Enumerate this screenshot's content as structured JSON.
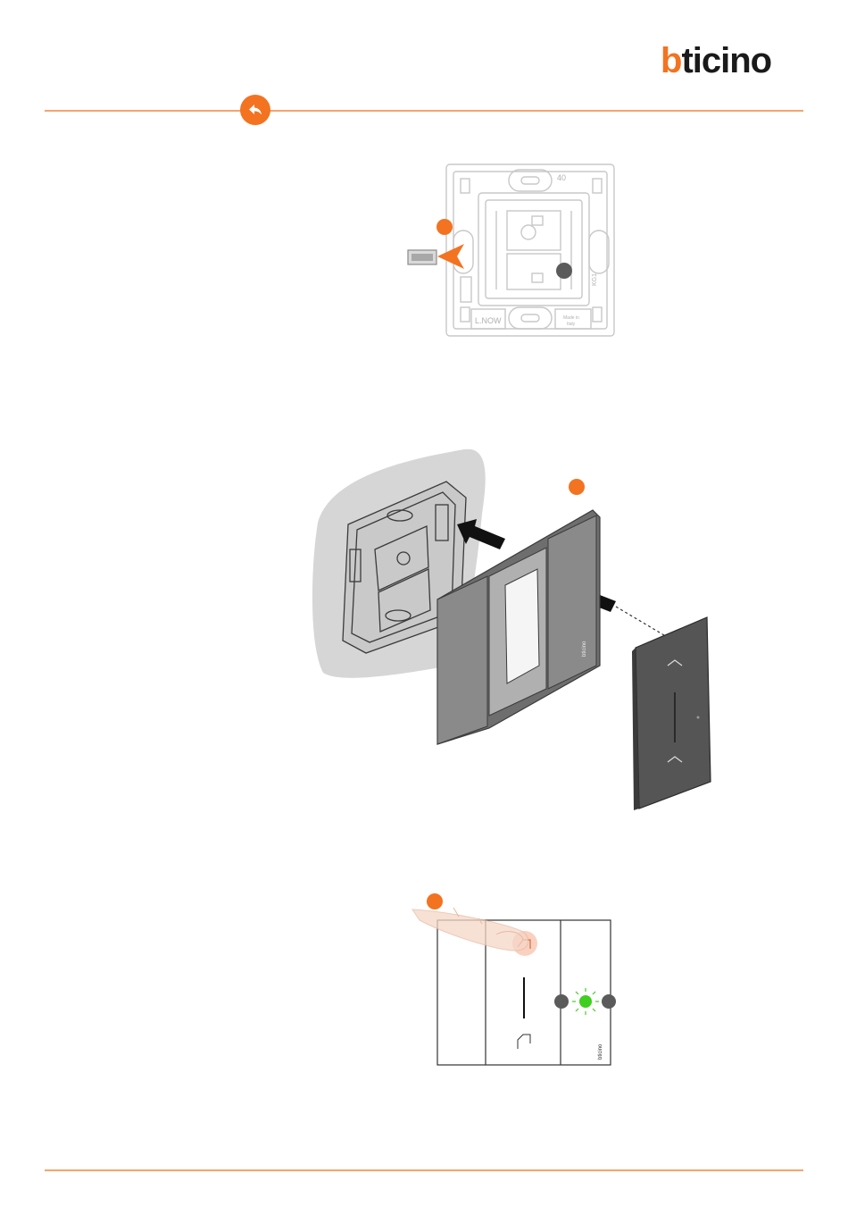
{
  "header": {
    "brand_first": "b",
    "brand_rest": "ticino",
    "back_icon": "back-arrow-icon"
  },
  "figure1": {
    "mark_top": "40",
    "label_bottom_left": "L.NOW",
    "label_made_in_1": "Made in",
    "label_made_in_2": "Italy",
    "label_rating": "KG1"
  },
  "figure2": {
    "frame_brand": "bticino"
  },
  "figure3": {
    "frame_brand": "bticino",
    "led_color": "#3ecf1f"
  },
  "colors": {
    "accent": "#f37321",
    "status_dot": "#5b5b5b",
    "led": "#3ecf1f"
  }
}
